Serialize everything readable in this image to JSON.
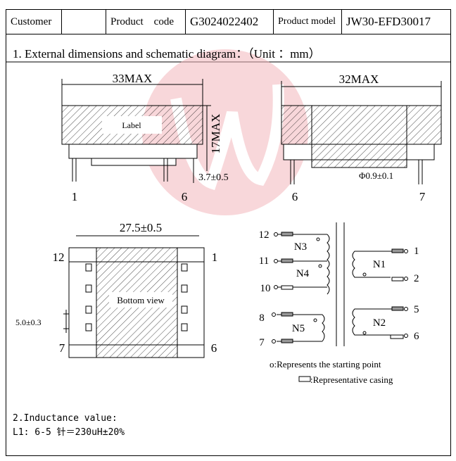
{
  "header": {
    "customer_label": "Customer",
    "customer_value": "",
    "product_code_label": "Product    code",
    "product_code_value": "G3024022402",
    "product_model_label": "Product model",
    "product_model_value": "JW30-EFD30017"
  },
  "section1": {
    "title": "1.  External dimensions and schematic diagram：（Unit ：mm）",
    "front_view": {
      "width": "33MAX",
      "height": "17MAX",
      "label": "Label",
      "standoff": "3.7±0.5",
      "pin_left": "1",
      "pin_right": "6"
    },
    "side_view": {
      "width": "32MAX",
      "pin_dia": "Φ0.9±0.1",
      "pin_left": "6",
      "pin_right": "7"
    },
    "bottom_view": {
      "width": "27.5±0.5",
      "label": "Bottom view",
      "pitch": "5.0±0.3",
      "pin_tl": "12",
      "pin_tr": "1",
      "pin_bl": "7",
      "pin_br": "6"
    },
    "schematic": {
      "left_pins": [
        "12",
        "11",
        "10",
        "8",
        "7"
      ],
      "right_pins": [
        "1",
        "2",
        "5",
        "6"
      ],
      "windings": [
        "N3",
        "N4",
        "N5",
        "N1",
        "N2"
      ],
      "legend_start": "o:Represents the starting point",
      "legend_casing": ":Representative casing"
    }
  },
  "section2": {
    "title": "2.Inductance value:",
    "line1": "L1: 6-5 针＝230uH±20%"
  },
  "watermark": {
    "text": "JW",
    "color": "#f4b8bd"
  }
}
